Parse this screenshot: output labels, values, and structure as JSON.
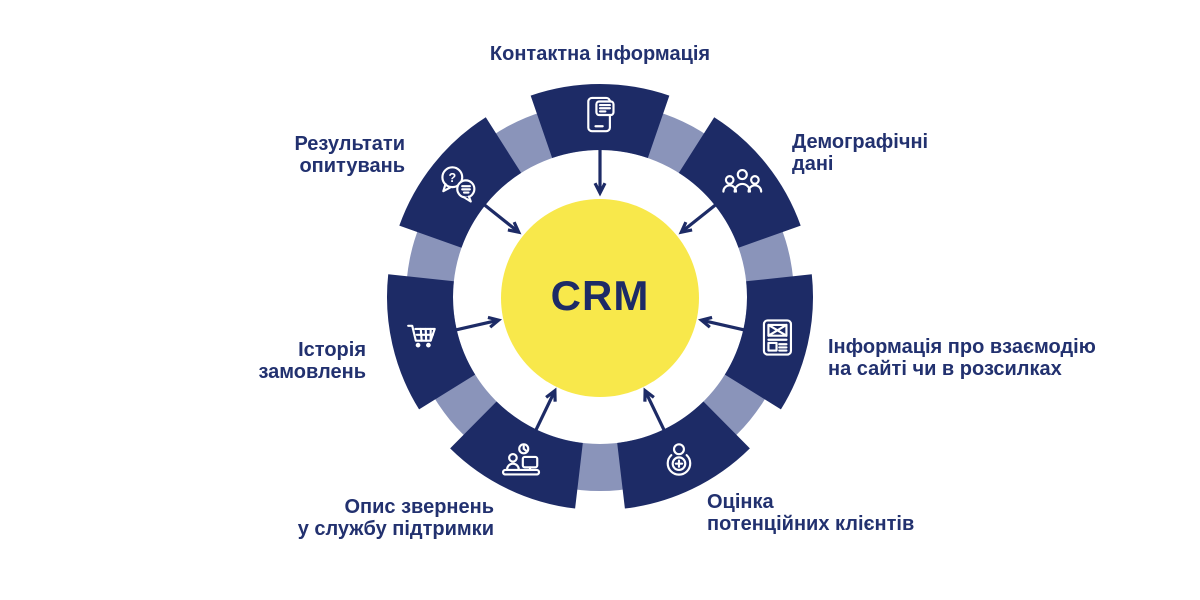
{
  "center": {
    "label": "CRM"
  },
  "colors": {
    "navy": "#1d2b66",
    "ring_light": "#8a94ba",
    "yellow": "#f8e84b",
    "text": "#22316f",
    "icon_stroke": "#ffffff",
    "background": "#ffffff"
  },
  "segments": [
    {
      "label": "Контактна інформація",
      "label_lines": [
        "Контактна інформація"
      ],
      "icon": "phone-document-icon"
    },
    {
      "label": "Демографічні дані",
      "label_lines": [
        "Демографічні",
        "дані"
      ],
      "icon": "people-group-icon"
    },
    {
      "label": "Інформація про взаємодію на сайті чи в розсилках",
      "label_lines": [
        "Інформація про взаємодію",
        "на сайті чи в розсилках"
      ],
      "icon": "newsletter-icon"
    },
    {
      "label": "Оцінка потенційних клієнтів",
      "label_lines": [
        "Оцінка",
        "потенційних клієнтів"
      ],
      "icon": "lead-person-plus-icon"
    },
    {
      "label": "Опис звернень у службу підтримки",
      "label_lines": [
        "Опис звернень",
        "у службу підтримки"
      ],
      "icon": "support-desk-icon"
    },
    {
      "label": "Історія замовлень",
      "label_lines": [
        "Історія",
        "замовлень"
      ],
      "icon": "shopping-cart-icon"
    },
    {
      "label": "Результати опитувань",
      "label_lines": [
        "Результати",
        "опитувань"
      ],
      "icon": "chat-question-icon"
    }
  ]
}
